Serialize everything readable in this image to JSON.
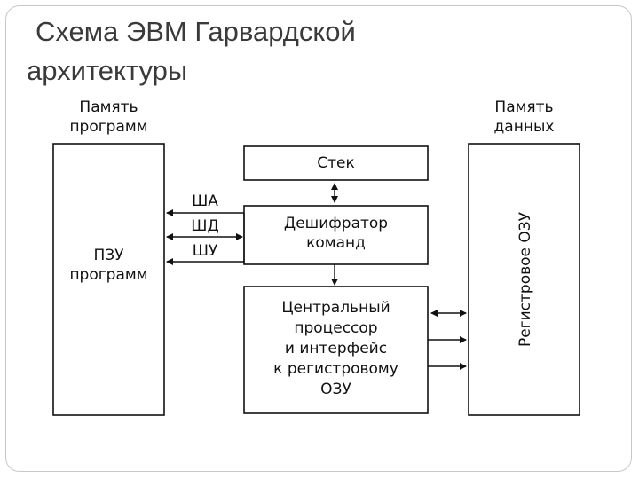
{
  "title": {
    "line1": "Схема ЭВМ Гарвардской",
    "line2": "архитектуры"
  },
  "program_memory": {
    "caption_line1": "Память",
    "caption_line2": "программ",
    "box_line1": "ПЗУ",
    "box_line2": "программ"
  },
  "data_memory": {
    "caption_line1": "Память",
    "caption_line2": "данных",
    "box_label": "Регистровое ОЗУ"
  },
  "buses": {
    "address": "ША",
    "data": "ШД",
    "control": "ШУ"
  },
  "stack": {
    "label": "Стек"
  },
  "decoder": {
    "line1": "Дешифратор",
    "line2": "команд"
  },
  "cpu": {
    "line1": "Центральный",
    "line2": "процессор",
    "line3": "и интерфейс",
    "line4": "к регистровому",
    "line5": "ОЗУ"
  },
  "colors": {
    "line": "#111111",
    "title": "#3a3a3a",
    "frame": "#c8c8c8"
  }
}
